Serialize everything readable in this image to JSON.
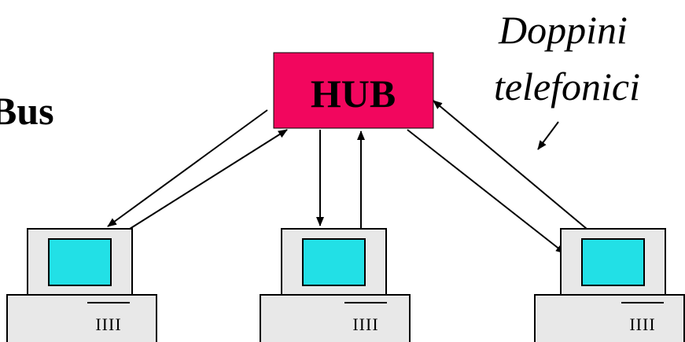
{
  "diagram": {
    "side_label": "Bus",
    "hub": {
      "label": "HUB",
      "fill": "#f2065e"
    },
    "cable_note": {
      "line1": "Doppini",
      "line2": "telefonici"
    },
    "computers": [
      {
        "name": "left",
        "slots": "IIII"
      },
      {
        "name": "center",
        "slots": "IIII"
      },
      {
        "name": "right",
        "slots": "IIII"
      }
    ],
    "colors": {
      "screen": "#22e0e6",
      "case": "#e8e8e8",
      "lines": "#000000"
    }
  }
}
